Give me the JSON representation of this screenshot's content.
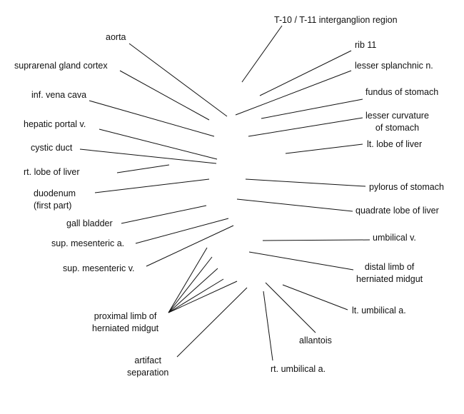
{
  "diagram": {
    "labels": [
      {
        "id": "t10-t11",
        "lines": [
          "T-10 / T-11 interganglion region"
        ]
      },
      {
        "id": "aorta",
        "lines": [
          "aorta"
        ]
      },
      {
        "id": "rib-11",
        "lines": [
          "rib 11"
        ]
      },
      {
        "id": "suprarenal-cortex",
        "lines": [
          "suprarenal gland cortex"
        ]
      },
      {
        "id": "lesser-splanchnic",
        "lines": [
          "lesser splanchnic n."
        ]
      },
      {
        "id": "fundus",
        "lines": [
          "fundus of stomach"
        ]
      },
      {
        "id": "ivc",
        "lines": [
          "inf. vena cava"
        ]
      },
      {
        "id": "lesser-curvature",
        "lines": [
          "lesser curvature",
          "of stomach"
        ]
      },
      {
        "id": "hepatic-portal",
        "lines": [
          "hepatic portal v."
        ]
      },
      {
        "id": "cystic-duct",
        "lines": [
          "cystic duct"
        ]
      },
      {
        "id": "lt-lobe-liver",
        "lines": [
          "lt. lobe of liver"
        ]
      },
      {
        "id": "rt-lobe-liver",
        "lines": [
          "rt. lobe of liver"
        ]
      },
      {
        "id": "duodenum",
        "lines": [
          "duodenum",
          "(first part)"
        ]
      },
      {
        "id": "pylorus",
        "lines": [
          "pylorus of stomach"
        ]
      },
      {
        "id": "quadrate-lobe",
        "lines": [
          "quadrate lobe of liver"
        ]
      },
      {
        "id": "gall-bladder",
        "lines": [
          "gall bladder"
        ]
      },
      {
        "id": "sup-mes-a",
        "lines": [
          "sup. mesenteric a."
        ]
      },
      {
        "id": "umbilical-v",
        "lines": [
          "umbilical v."
        ]
      },
      {
        "id": "sup-mes-v",
        "lines": [
          "sup. mesenteric v."
        ]
      },
      {
        "id": "distal-limb",
        "lines": [
          "distal limb of",
          "herniated midgut"
        ]
      },
      {
        "id": "lt-umbilical-a",
        "lines": [
          "lt. umbilical a."
        ]
      },
      {
        "id": "proximal-limb",
        "lines": [
          "proximal limb of",
          "herniated midgut"
        ]
      },
      {
        "id": "allantois",
        "lines": [
          "allantois"
        ]
      },
      {
        "id": "artifact",
        "lines": [
          "artifact",
          "separation"
        ]
      },
      {
        "id": "rt-umbilical-a",
        "lines": [
          "rt. umbilical a."
        ]
      }
    ]
  }
}
